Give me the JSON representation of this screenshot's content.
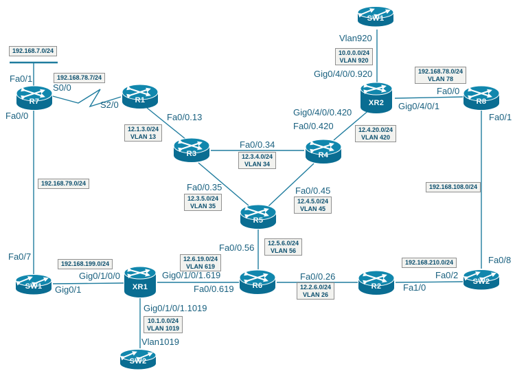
{
  "nodes": [
    {
      "id": "R7",
      "label": "R7",
      "type": "router"
    },
    {
      "id": "R1",
      "label": "R1",
      "type": "router"
    },
    {
      "id": "R3",
      "label": "R3",
      "type": "router"
    },
    {
      "id": "R4",
      "label": "R4",
      "type": "router"
    },
    {
      "id": "R5",
      "label": "R5",
      "type": "router"
    },
    {
      "id": "R6",
      "label": "R6",
      "type": "router"
    },
    {
      "id": "R2",
      "label": "R2",
      "type": "router"
    },
    {
      "id": "R8",
      "label": "R8",
      "type": "router"
    },
    {
      "id": "XR1",
      "label": "XR1",
      "type": "xr-router"
    },
    {
      "id": "XR2",
      "label": "XR2",
      "type": "xr-router"
    },
    {
      "id": "SW1-top",
      "label": "SW1",
      "type": "switch"
    },
    {
      "id": "SW1-bottom",
      "label": "SW1",
      "type": "switch"
    },
    {
      "id": "SW2-right",
      "label": "SW2",
      "type": "switch"
    },
    {
      "id": "SW2-bottom",
      "label": "SW2",
      "type": "switch"
    }
  ],
  "iface": [
    {
      "text": "Fa0/1"
    },
    {
      "text": "S0/0"
    },
    {
      "text": "S2/0"
    },
    {
      "text": "Fa0/0"
    },
    {
      "text": "Fa0/7"
    },
    {
      "text": "Fa0/0.13"
    },
    {
      "text": "Fa0/0.34"
    },
    {
      "text": "Fa0/0.35"
    },
    {
      "text": "Fa0/0.45"
    },
    {
      "text": "Fa0/0.420"
    },
    {
      "text": "Gig0/4/0/0.420"
    },
    {
      "text": "Gig0/4/0/0.920"
    },
    {
      "text": "Vlan920"
    },
    {
      "text": "Gig0/4/0/1"
    },
    {
      "text": "Fa0/0"
    },
    {
      "text": "Fa0/1"
    },
    {
      "text": "Fa0/8"
    },
    {
      "text": "Fa0/2"
    },
    {
      "text": "Fa1/0"
    },
    {
      "text": "Fa0/0.26"
    },
    {
      "text": "Fa0/0.56"
    },
    {
      "text": "Gig0/1/0/1.619"
    },
    {
      "text": "Fa0/0.619"
    },
    {
      "text": "Gig0/1/0/0"
    },
    {
      "text": "Gig0/1"
    },
    {
      "text": "Gig0/1/0/1.1019"
    },
    {
      "text": "Vlan1019"
    }
  ],
  "boxes": [
    {
      "lines": [
        "192.168.7.0/24"
      ]
    },
    {
      "lines": [
        "192.168.78.7/24"
      ]
    },
    {
      "lines": [
        "192.168.79.0/24"
      ]
    },
    {
      "lines": [
        "192.168.199.0/24"
      ]
    },
    {
      "lines": [
        "192.168.108.0/24"
      ]
    },
    {
      "lines": [
        "192.168.210.0/24"
      ]
    },
    {
      "lines": [
        "192.168.78.0/24",
        "VLAN 78"
      ]
    },
    {
      "lines": [
        "10.0.0.0/24",
        "VLAN 920"
      ]
    },
    {
      "lines": [
        "12.4.20.0/24",
        "VLAN 420"
      ]
    },
    {
      "lines": [
        "12.1.3.0/24",
        "VLAN 13"
      ]
    },
    {
      "lines": [
        "12.3.4.0/24",
        "VLAN 34"
      ]
    },
    {
      "lines": [
        "12.3.5.0/24",
        "VLAN 35"
      ]
    },
    {
      "lines": [
        "12.4.5.0/24",
        "VLAN 45"
      ]
    },
    {
      "lines": [
        "12.5.6.0/24",
        "VLAN 56"
      ]
    },
    {
      "lines": [
        "12.2.6.0/24",
        "VLAN 26"
      ]
    },
    {
      "lines": [
        "12.6.19.0/24",
        "VLAN 619"
      ]
    },
    {
      "lines": [
        "10.1.0.0/24",
        "VLAN 1019"
      ]
    }
  ],
  "links": [
    [
      "R7",
      "LAN 192.168.7.0/24"
    ],
    [
      "R7",
      "R1"
    ],
    [
      "R7",
      "SW1-bottom"
    ],
    [
      "R1",
      "R3"
    ],
    [
      "R3",
      "R4"
    ],
    [
      "R3",
      "R5"
    ],
    [
      "R4",
      "R5"
    ],
    [
      "R4",
      "XR2"
    ],
    [
      "XR2",
      "SW1-top"
    ],
    [
      "XR2",
      "R8"
    ],
    [
      "R8",
      "SW2-right"
    ],
    [
      "R2",
      "SW2-right"
    ],
    [
      "R6",
      "R2"
    ],
    [
      "R5",
      "R6"
    ],
    [
      "XR1",
      "R6"
    ],
    [
      "SW1-bottom",
      "XR1"
    ],
    [
      "XR1",
      "SW2-bottom"
    ]
  ],
  "colors": {
    "device_body": "#0a6d92",
    "device_top": "#1187ad",
    "link": "#1f7c9e",
    "iface_text": "#19607f",
    "box_text": "#0c4f6e",
    "box_bg": "#f2f2ef"
  }
}
